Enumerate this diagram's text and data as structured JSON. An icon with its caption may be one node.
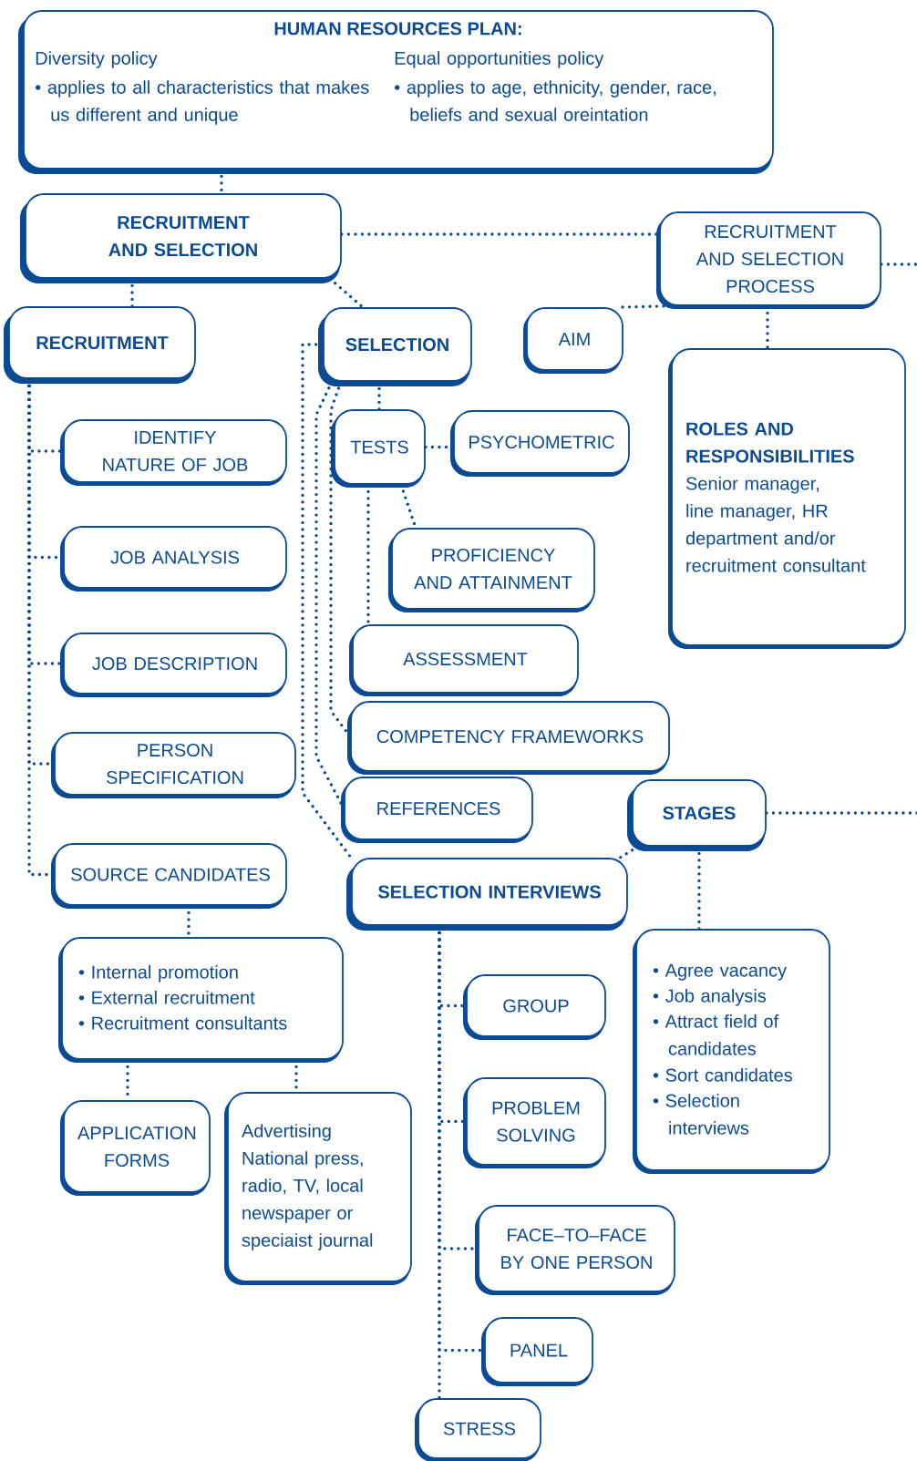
{
  "diagram": {
    "nodes": [
      {
        "text": [
          "HUMAN RESOURCES PLAN:",
          "Diversity policy",
          "• applies to all characteristics that makes us different and unique",
          "Equal opportunities policy",
          "• applies to age, ethnicity, gender, race, beliefs and sexual oreintation"
        ]
      },
      {
        "text": [
          "RECRUITMENT AND SELECTION"
        ]
      },
      {
        "text": [
          "RECRUITMENT AND SELECTION PROCESS"
        ]
      },
      {
        "text": [
          "RECRUITMENT"
        ]
      },
      {
        "text": [
          "SELECTION"
        ]
      },
      {
        "text": [
          "AIM"
        ]
      },
      {
        "text": [
          "ROLES AND RESPONSIBILITIES",
          "Senior manager, line manager, HR department and/or recruitment consultant"
        ]
      },
      {
        "text": [
          "TESTS"
        ]
      },
      {
        "text": [
          "PSYCHOMETRIC"
        ]
      },
      {
        "text": [
          "IDENTIFY NATURE OF JOB"
        ]
      },
      {
        "text": [
          "JOB ANALYSIS"
        ]
      },
      {
        "text": [
          "PROFICIENCY AND ATTAINMENT"
        ]
      },
      {
        "text": [
          "JOB DESCRIPTION"
        ]
      },
      {
        "text": [
          "ASSESSMENT"
        ]
      },
      {
        "text": [
          "PERSON SPECIFICATION"
        ]
      },
      {
        "text": [
          "COMPETENCY FRAMEWORKS"
        ]
      },
      {
        "text": [
          "REFERENCES"
        ]
      },
      {
        "text": [
          "STAGES"
        ]
      },
      {
        "text": [
          "SOURCE CANDIDATES"
        ]
      },
      {
        "text": [
          "SELECTION INTERVIEWS"
        ]
      },
      {
        "text": [
          "• Internal promotion",
          "• External recruitment",
          "• Recruitment consultants"
        ]
      },
      {
        "text": [
          "• Agree vacancy",
          "• Job analysis",
          "• Attract field of candidates",
          "• Sort candidates",
          "• Selection interviews"
        ]
      },
      {
        "text": [
          "GROUP"
        ]
      },
      {
        "text": [
          "APPLICATION FORMS"
        ]
      },
      {
        "text": [
          "Advertising",
          "National press, radio, TV, local newspaper or speciaist journal"
        ]
      },
      {
        "text": [
          "PROBLEM SOLVING"
        ]
      },
      {
        "text": [
          "FACE–TO–FACE BY ONE PERSON"
        ]
      },
      {
        "text": [
          "PANEL"
        ]
      },
      {
        "text": [
          "STRESS"
        ]
      }
    ],
    "edges": [
      {
        "from": 0,
        "to": 1,
        "arrow": "none"
      },
      {
        "from": 1,
        "to": 2,
        "arrow": "none"
      },
      {
        "from": 2,
        "to": null,
        "arrow": "none"
      },
      {
        "from": 1,
        "to": 3,
        "arrow": "none"
      },
      {
        "from": 1,
        "to": 4,
        "arrow": "none"
      },
      {
        "from": 2,
        "to": 5,
        "arrow": "none"
      },
      {
        "from": 2,
        "to": 6,
        "arrow": "none"
      },
      {
        "from": 3,
        "to": 9,
        "arrow": "none"
      },
      {
        "from": 3,
        "to": 10,
        "arrow": "none"
      },
      {
        "from": 3,
        "to": 12,
        "arrow": "none"
      },
      {
        "from": 3,
        "to": 14,
        "arrow": "none"
      },
      {
        "from": 3,
        "to": 18,
        "arrow": "none"
      },
      {
        "from": 4,
        "to": 7,
        "arrow": "none"
      },
      {
        "from": 7,
        "to": 8,
        "arrow": "none"
      },
      {
        "from": 7,
        "to": 11,
        "arrow": "none"
      },
      {
        "from": 7,
        "to": 13,
        "arrow": "none"
      },
      {
        "from": 4,
        "to": 15,
        "arrow": "none"
      },
      {
        "from": 4,
        "to": 16,
        "arrow": "none"
      },
      {
        "from": 4,
        "to": 19,
        "arrow": "none"
      },
      {
        "from": 17,
        "to": 19,
        "arrow": "none"
      },
      {
        "from": 17,
        "to": 21,
        "arrow": "none"
      },
      {
        "from": 17,
        "to": null,
        "arrow": "none"
      },
      {
        "from": 18,
        "to": 20,
        "arrow": "none"
      },
      {
        "from": 20,
        "to": 23,
        "arrow": "none"
      },
      {
        "from": 20,
        "to": 24,
        "arrow": "none"
      },
      {
        "from": 19,
        "to": 22,
        "arrow": "none"
      },
      {
        "from": 19,
        "to": 25,
        "arrow": "none"
      },
      {
        "from": 19,
        "to": 26,
        "arrow": "none"
      },
      {
        "from": 19,
        "to": 27,
        "arrow": "none"
      },
      {
        "from": 19,
        "to": 28,
        "arrow": "none"
      }
    ]
  }
}
